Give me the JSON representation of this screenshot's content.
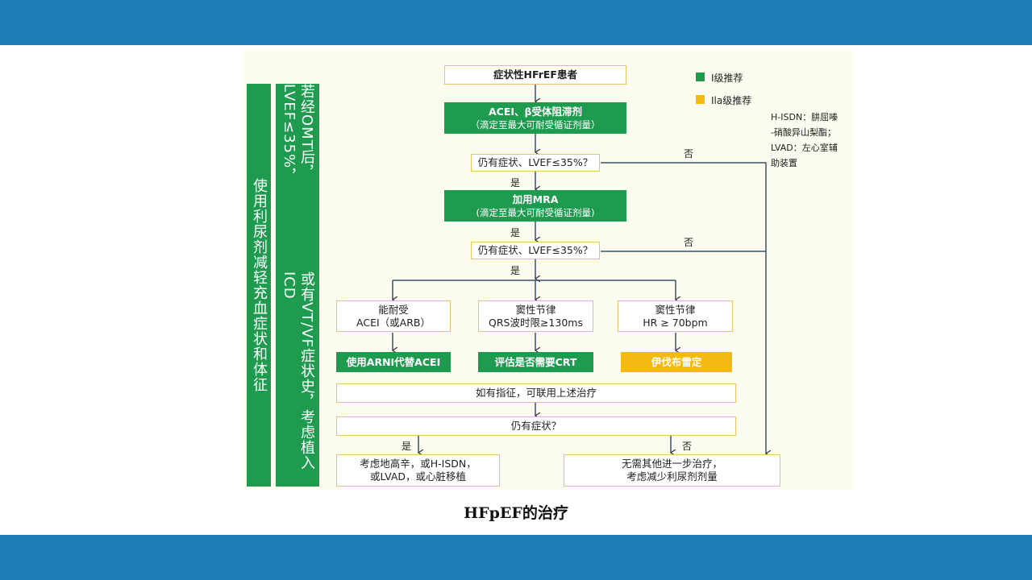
{
  "slide": {
    "caption": "HFpEF的治疗",
    "band_color": "#1d7db7"
  },
  "legend": {
    "class1": {
      "label": "I级推荐",
      "color": "#1e9b4f"
    },
    "class2a": {
      "label": "Ila级推荐",
      "color": "#f4b912"
    }
  },
  "note": {
    "line1": "H-ISDN：肼屈嗪",
    "line2": "-硝酸异山梨酯；",
    "line3": "LVAD：左心室辅",
    "line4": "助装置"
  },
  "sidebars": {
    "diuretic": "使用利尿剂减轻充血症状和体征",
    "icd_line1": "若经OMT后，LVEF≤35%，",
    "icd_line2": "或有VT/VF症状史，考虑植入ICD"
  },
  "flow": {
    "start": "症状性HFrEF患者",
    "acei_title": "ACEI、β受体阻滞剂",
    "acei_sub": "（滴定至最大可耐受循证剂量）",
    "check1": "仍有症状、LVEF≤35%？",
    "yes1": "是",
    "no1": "否",
    "mra_title": "加用MRA",
    "mra_sub": "(滴定至最大可耐受循证剂量)",
    "yes2": "是",
    "check2": "仍有症状、LVEF≤35%？",
    "no2": "否",
    "yes3": "是",
    "branch_a_line1": "能耐受",
    "branch_a_line2": "ACEI（或ARB）",
    "branch_b_line1": "窦性节律",
    "branch_b_line2": "QRS波时限≥130ms",
    "branch_c_line1": "窦性节律",
    "branch_c_line2": "HR ≥ 70bpm",
    "arni": "使用ARNI代替ACEI",
    "crt": "评估是否需要CRT",
    "ivabradine": "伊伐布雷定",
    "combine": "如有指征，可联用上述治疗",
    "check3": "仍有症状？",
    "yes4": "是",
    "no4": "否",
    "final_a_line1": "考虑地高辛，或H-ISDN，",
    "final_a_line2": "或LVAD，或心脏移植",
    "final_b_line1": "无需其他进一步治疗，",
    "final_b_line2": "考虑减少利尿剂剂量"
  }
}
